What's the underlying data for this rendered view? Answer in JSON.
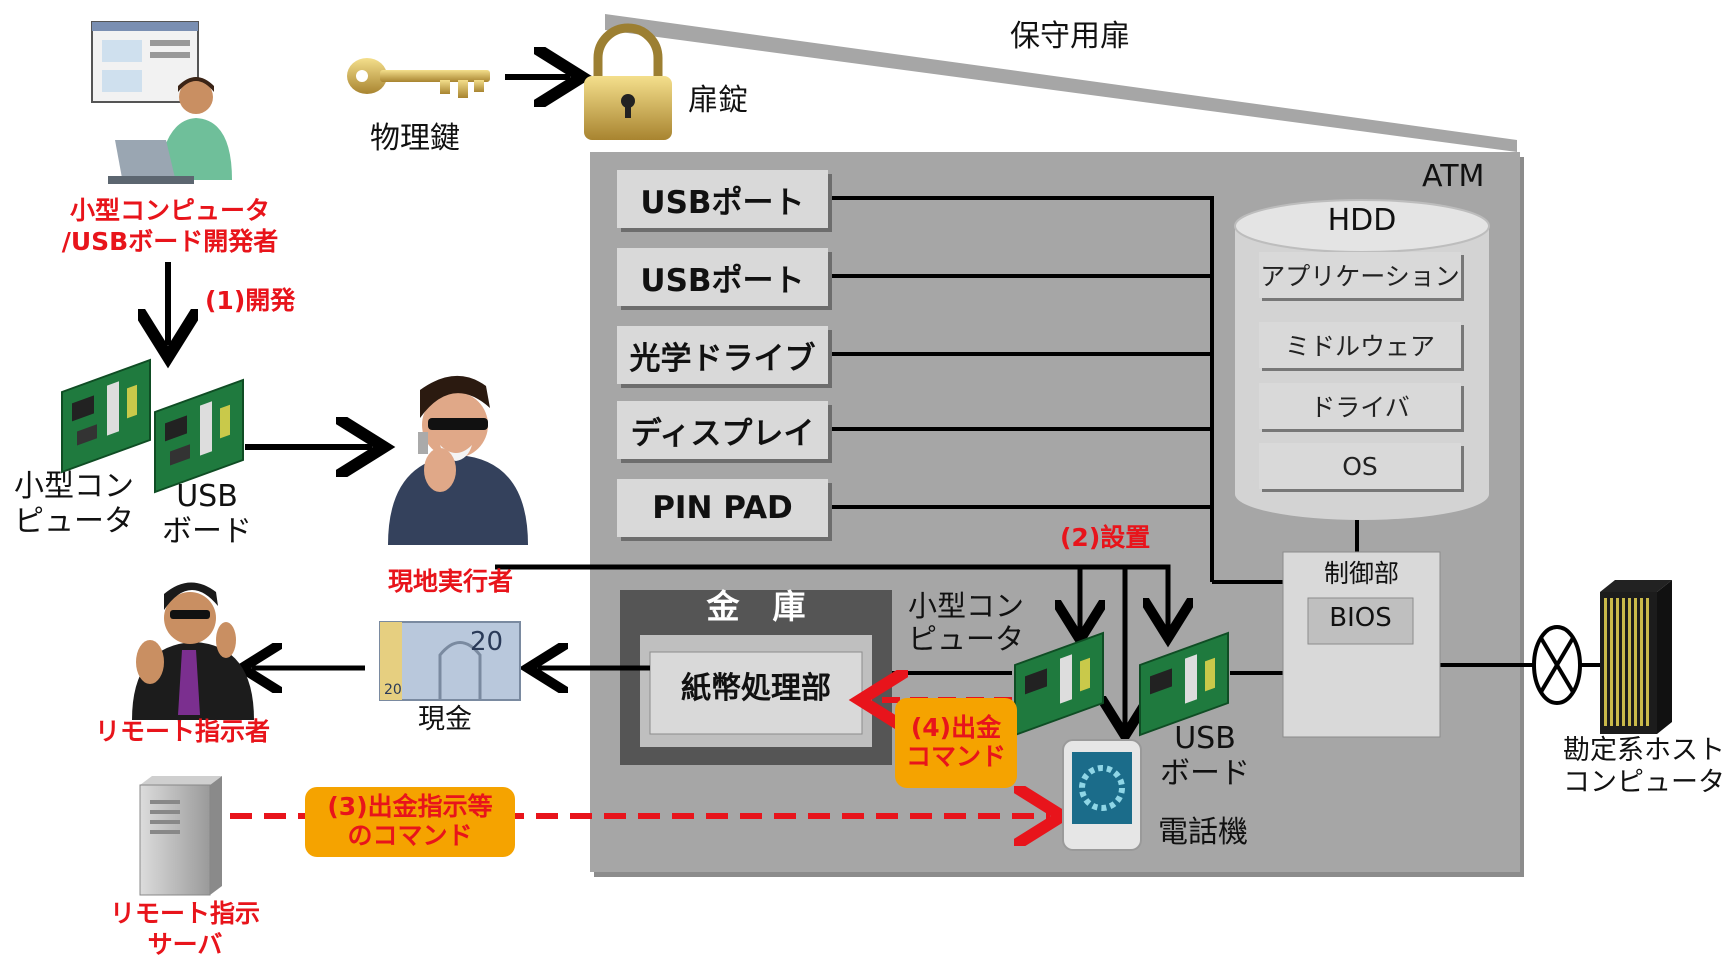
{
  "labels": {
    "maintenance_door": "保守用扉",
    "door_lock": "扉錠",
    "physical_key": "物理鍵",
    "atm": "ATM",
    "hdd": "HDD",
    "control_unit": "制御部",
    "bios": "BIOS",
    "safe": "金　庫",
    "banknote_unit": "紙幣処理部",
    "cash": "現金",
    "host_computer": "勘定系ホスト\nコンピュータ",
    "small_computer_top": "小型コン\nピュータ",
    "usb_board_top": "USB\nボード",
    "small_computer_right": "小型コン\nピュータ",
    "usb_board_right": "USB\nボード",
    "phone": "電話機"
  },
  "ports": [
    "USBポート",
    "USBポート",
    "光学ドライブ",
    "ディスプレイ",
    "PIN PAD"
  ],
  "hdd_layers": [
    "アプリケーション",
    "ミドルウェア",
    "ドライバ",
    "OS"
  ],
  "actors": {
    "developer": "小型コンピュータ\n/USBボード開発者",
    "field_actor": "現地実行者",
    "remote_instructor": "リモート指示者",
    "remote_server": "リモート指示\nサーバ"
  },
  "steps": {
    "s1": "(1)開発",
    "s2": "(2)設置",
    "s3": "(3)出金指示等\nのコマンド",
    "s4": "(4)出金\nコマンド"
  },
  "colors": {
    "accent_red": "#e8141b",
    "badge_orange": "#f5a300",
    "atm_gray": "#a6a6a6",
    "box_light": "#d9d9d9"
  }
}
